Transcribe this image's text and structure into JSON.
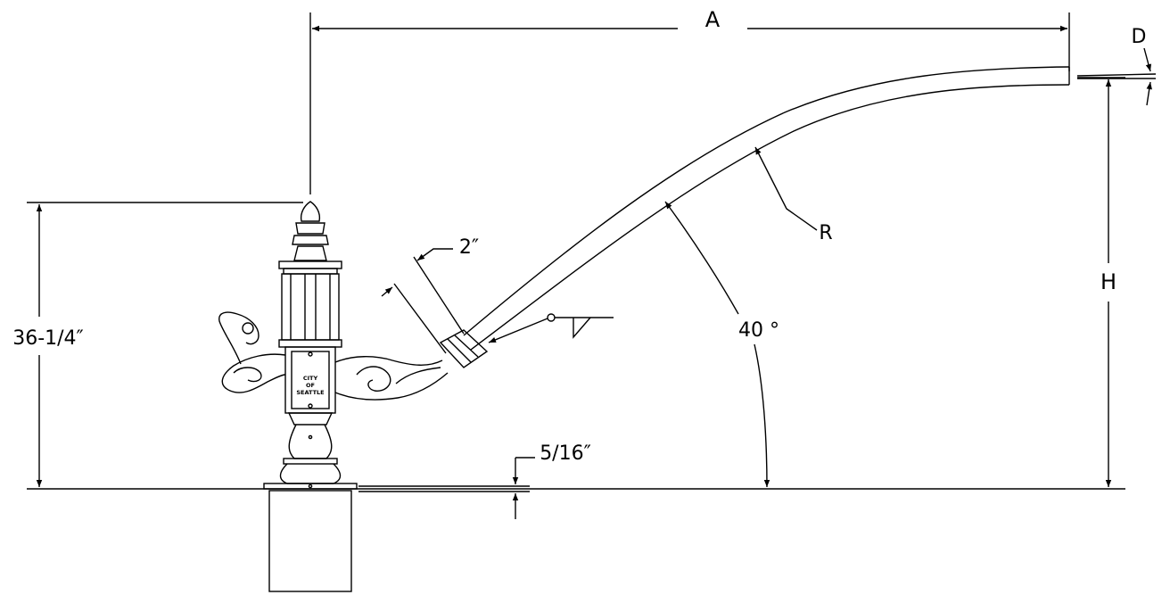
{
  "labels": {
    "dim_a": "A",
    "dim_d": "D",
    "dim_r": "R",
    "dim_h": "H",
    "dim_height": "36-1/4″",
    "dim_arm_dia": "2″",
    "dim_angle": "40 °",
    "dim_offset": "5/16″"
  },
  "plate": {
    "lines": [
      "CITY",
      "OF",
      "SEATTLE"
    ]
  },
  "colors": {
    "line": "#000000",
    "background": "#ffffff"
  }
}
